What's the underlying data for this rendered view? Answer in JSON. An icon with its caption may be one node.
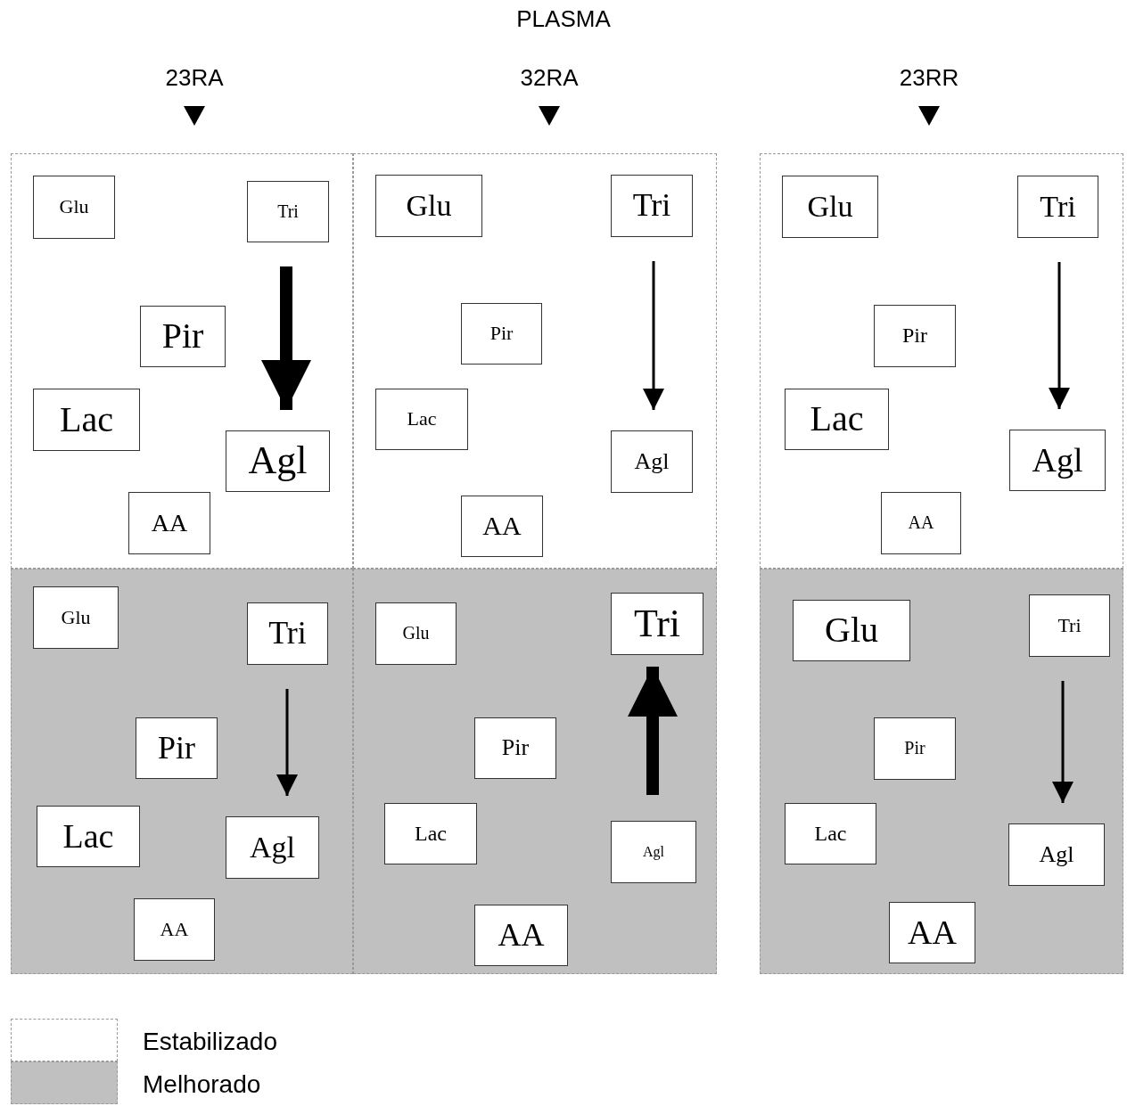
{
  "diagram": {
    "title": "PLASMA",
    "nodes": [
      {
        "text": [],
        "shape": "box"
      },
      {
        "text": [
          "Glu"
        ],
        "in": 0
      },
      {
        "text": [
          "Tri"
        ],
        "in": 0
      },
      {
        "text": [
          "Pir"
        ],
        "in": 0
      },
      {
        "text": [
          "Lac"
        ],
        "in": 0
      },
      {
        "text": [
          "Agl"
        ],
        "in": 0
      },
      {
        "text": [
          "AA"
        ],
        "in": 0
      },
      {
        "text": [],
        "shape": "box"
      },
      {
        "text": [
          "Glu"
        ],
        "in": 7
      },
      {
        "text": [
          "Tri"
        ],
        "in": 7
      },
      {
        "text": [
          "Pir"
        ],
        "in": 7
      },
      {
        "text": [
          "Lac"
        ],
        "in": 7
      },
      {
        "text": [
          "Agl"
        ],
        "in": 7
      },
      {
        "text": [
          "AA"
        ],
        "in": 7
      },
      {
        "text": [],
        "shape": "box"
      },
      {
        "text": [
          "Glu"
        ],
        "in": 14
      },
      {
        "text": [
          "Tri"
        ],
        "in": 14
      },
      {
        "text": [
          "Pir"
        ],
        "in": 14
      },
      {
        "text": [
          "Lac"
        ],
        "in": 14
      },
      {
        "text": [
          "Agl"
        ],
        "in": 14
      },
      {
        "text": [
          "AA"
        ],
        "in": 14
      },
      {
        "text": [],
        "shape": "box"
      },
      {
        "text": [
          "Glu"
        ],
        "in": 21
      },
      {
        "text": [
          "Tri"
        ],
        "in": 21
      },
      {
        "text": [
          "Pir"
        ],
        "in": 21
      },
      {
        "text": [
          "Lac"
        ],
        "in": 21
      },
      {
        "text": [
          "Agl"
        ],
        "in": 21
      },
      {
        "text": [
          "AA"
        ],
        "in": 21
      },
      {
        "text": [],
        "shape": "box"
      },
      {
        "text": [
          "Glu"
        ],
        "in": 28
      },
      {
        "text": [
          "Tri"
        ],
        "in": 28
      },
      {
        "text": [
          "Pir"
        ],
        "in": 28
      },
      {
        "text": [
          "Lac"
        ],
        "in": 28
      },
      {
        "text": [
          "Agl"
        ],
        "in": 28
      },
      {
        "text": [
          "AA"
        ],
        "in": 28
      },
      {
        "text": [],
        "shape": "box"
      },
      {
        "text": [
          "Glu"
        ],
        "in": 35
      },
      {
        "text": [
          "Tri"
        ],
        "in": 35
      },
      {
        "text": [
          "Pir"
        ],
        "in": 35
      },
      {
        "text": [
          "Lac"
        ],
        "in": 35
      },
      {
        "text": [
          "Agl"
        ],
        "in": 35
      },
      {
        "text": [
          "AA"
        ],
        "in": 35
      }
    ],
    "edges": [
      {
        "from": 2,
        "to": 5,
        "arrow": "to",
        "style": "thick"
      },
      {
        "from": 9,
        "to": 12,
        "arrow": "to"
      },
      {
        "from": 16,
        "to": 19,
        "arrow": "to"
      },
      {
        "from": 23,
        "to": 26,
        "arrow": "to"
      },
      {
        "from": 33,
        "to": 30,
        "arrow": "to",
        "style": "thick"
      },
      {
        "from": 37,
        "to": 40,
        "arrow": "to"
      }
    ],
    "labels": [
      "23RA",
      "32RA",
      "23RR"
    ],
    "legend": [
      {
        "text": "Estabilizado",
        "color": "#ffffff"
      },
      {
        "text": "Melhorado",
        "color": "#c0c0c0"
      }
    ]
  }
}
